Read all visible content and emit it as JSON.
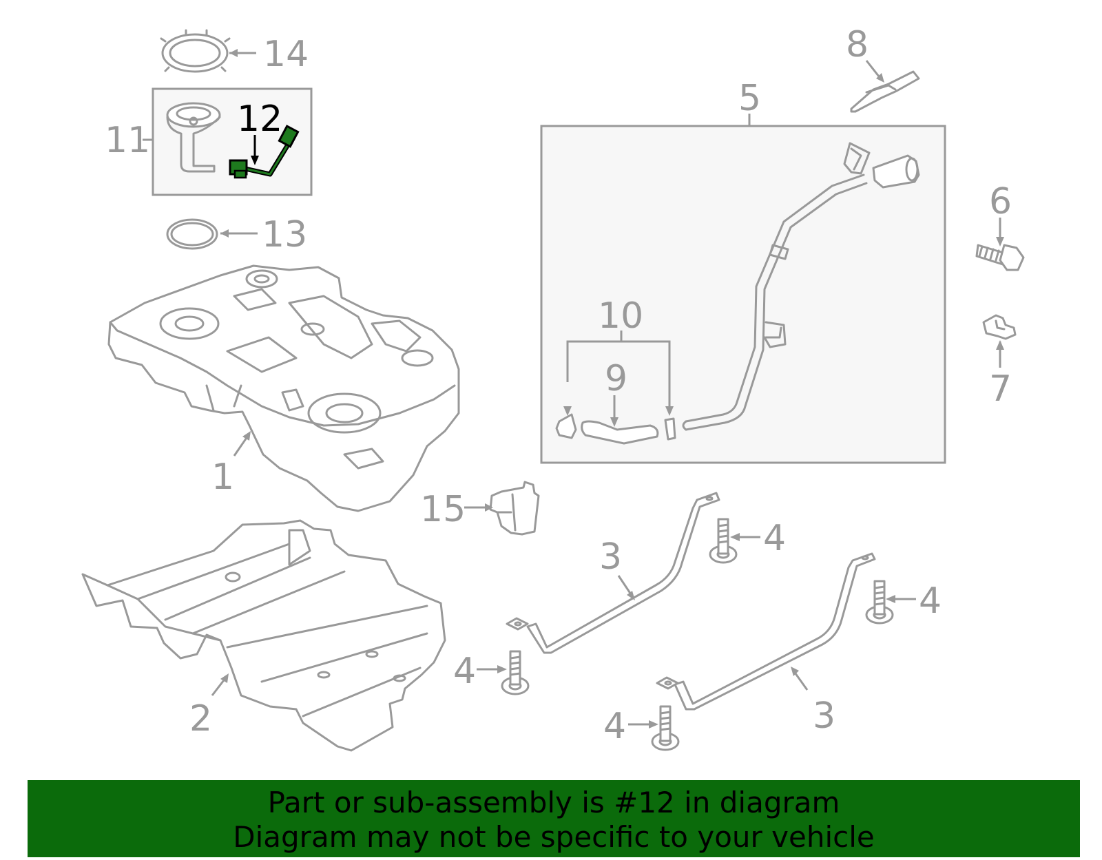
{
  "diagram": {
    "callouts": {
      "c1": "1",
      "c2": "2",
      "c3a": "3",
      "c3b": "3",
      "c4a": "4",
      "c4b": "4",
      "c4c": "4",
      "c4d": "4",
      "c5": "5",
      "c6": "6",
      "c7": "7",
      "c8": "8",
      "c9": "9",
      "c10": "10",
      "c11": "11",
      "c12": "12",
      "c13": "13",
      "c14": "14",
      "c15": "15"
    },
    "highlighted_part": "12",
    "colors": {
      "line": "#999999",
      "highlight_part": "#1e7a1e",
      "highlight_label": "#000000",
      "banner": "#0b6b0b"
    }
  },
  "banner": {
    "line1": "Part or sub-assembly is #12 in diagram",
    "line2": "Diagram may not be specific to your vehicle"
  }
}
